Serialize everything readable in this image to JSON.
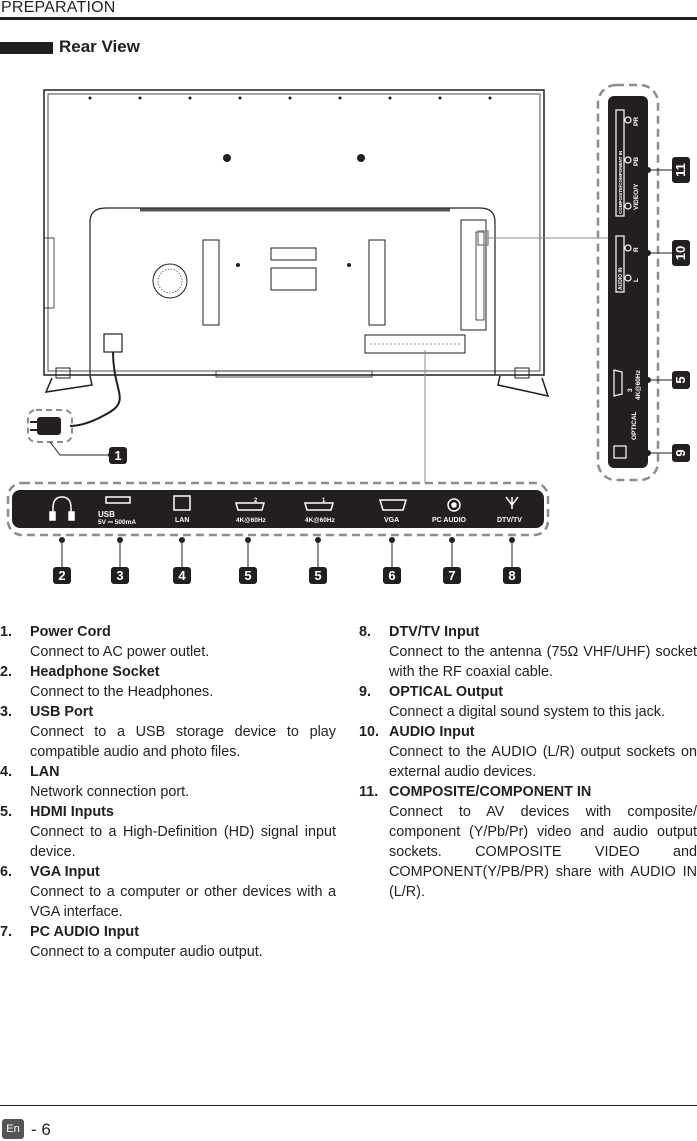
{
  "header": {
    "section": "PREPARATION"
  },
  "section": {
    "title": "Rear View"
  },
  "diagram": {
    "callouts": [
      "1",
      "2",
      "3",
      "4",
      "5",
      "5",
      "6",
      "7",
      "8",
      "9",
      "5",
      "10",
      "11"
    ],
    "bottom_ports": {
      "usb_label": "USB",
      "usb_rating": "5V ⎓ 500mA",
      "lan": "LAN",
      "hdmi2_num": "2",
      "hdmi1_num": "1",
      "hdmi_spec": "4K@60Hz",
      "vga": "VGA",
      "pc_audio": "PC  AUDIO",
      "dtv": "DTV/TV"
    },
    "side_ports": {
      "optical": "OPTICAL",
      "hdmi3_num": "3",
      "hdmi_spec": "4K@60Hz",
      "audio_in": "AUDIO IN",
      "audio_l": "L",
      "audio_r": "R",
      "composite": "COMPOSITE/COMPONENT IN",
      "video_y": "VIDEO/Y",
      "pb": "PB",
      "pr": "PR"
    }
  },
  "items": [
    {
      "num": "1.",
      "title": "Power Cord",
      "desc": "Connect to AC power outlet."
    },
    {
      "num": "2.",
      "title": "Headphone Socket",
      "desc": "Connect to the Headphones."
    },
    {
      "num": "3.",
      "title": "USB Port",
      "desc": "Connect to a USB storage device to play compatible audio and photo files."
    },
    {
      "num": "4.",
      "title": "LAN",
      "desc": "Network connection port."
    },
    {
      "num": "5.",
      "title": "HDMI Inputs",
      "desc": "Connect to a High-Definition (HD) signal input device."
    },
    {
      "num": "6.",
      "title": "VGA Input",
      "desc": "Connect to a computer or other devices with a VGA interface."
    },
    {
      "num": "7.",
      "title": "PC AUDIO Input",
      "desc": "Connect to a computer audio output."
    },
    {
      "num": "8.",
      "title": "DTV/TV Input",
      "desc": "Connect to the antenna (75Ω VHF/UHF) socket with the RF coaxial cable."
    },
    {
      "num": "9.",
      "title": "OPTICAL Output",
      "desc": "Connect a digital sound system to this jack."
    },
    {
      "num": "10.",
      "title": "AUDIO Input",
      "desc": "Connect to the AUDIO (L/R) output sockets on external audio devices."
    },
    {
      "num": "11.",
      "title": "COMPOSITE/COMPONENT IN",
      "desc": "Connect to AV devices with composite/ component (Y/Pb/Pr) video and audio output sockets. COMPOSITE VIDEO and COMPONENT(Y/PB/PR) share with AUDIO IN (L/R)."
    }
  ],
  "footer": {
    "lang": "En",
    "page": "- 6"
  }
}
